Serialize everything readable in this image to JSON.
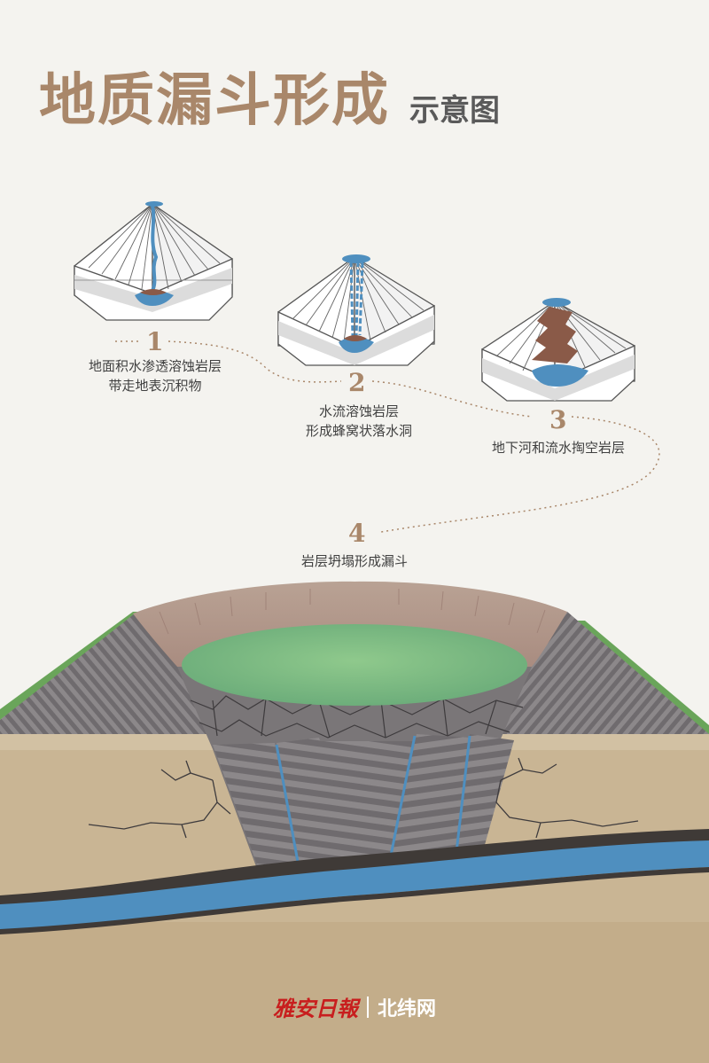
{
  "title": {
    "main": "地质漏斗形成",
    "sub": "示意图"
  },
  "steps": [
    {
      "num": "1",
      "line1": "地面积水渗透溶蚀岩层",
      "line2": "带走地表沉积物"
    },
    {
      "num": "2",
      "line1": "水流溶蚀岩层",
      "line2": "形成蜂窝状落水洞"
    },
    {
      "num": "3",
      "line1": "地下河和流水掏空岩层",
      "line2": ""
    },
    {
      "num": "4",
      "line1": "岩层坍塌形成漏斗",
      "line2": ""
    }
  ],
  "footer": {
    "brand_red": "雅安日報",
    "brand_white": "北纬网"
  },
  "colors": {
    "accent": "#a9876a",
    "water": "#4f8fbf",
    "soil": "#c9b594",
    "rock": "#7a7678",
    "lake": "#7dbf86"
  }
}
